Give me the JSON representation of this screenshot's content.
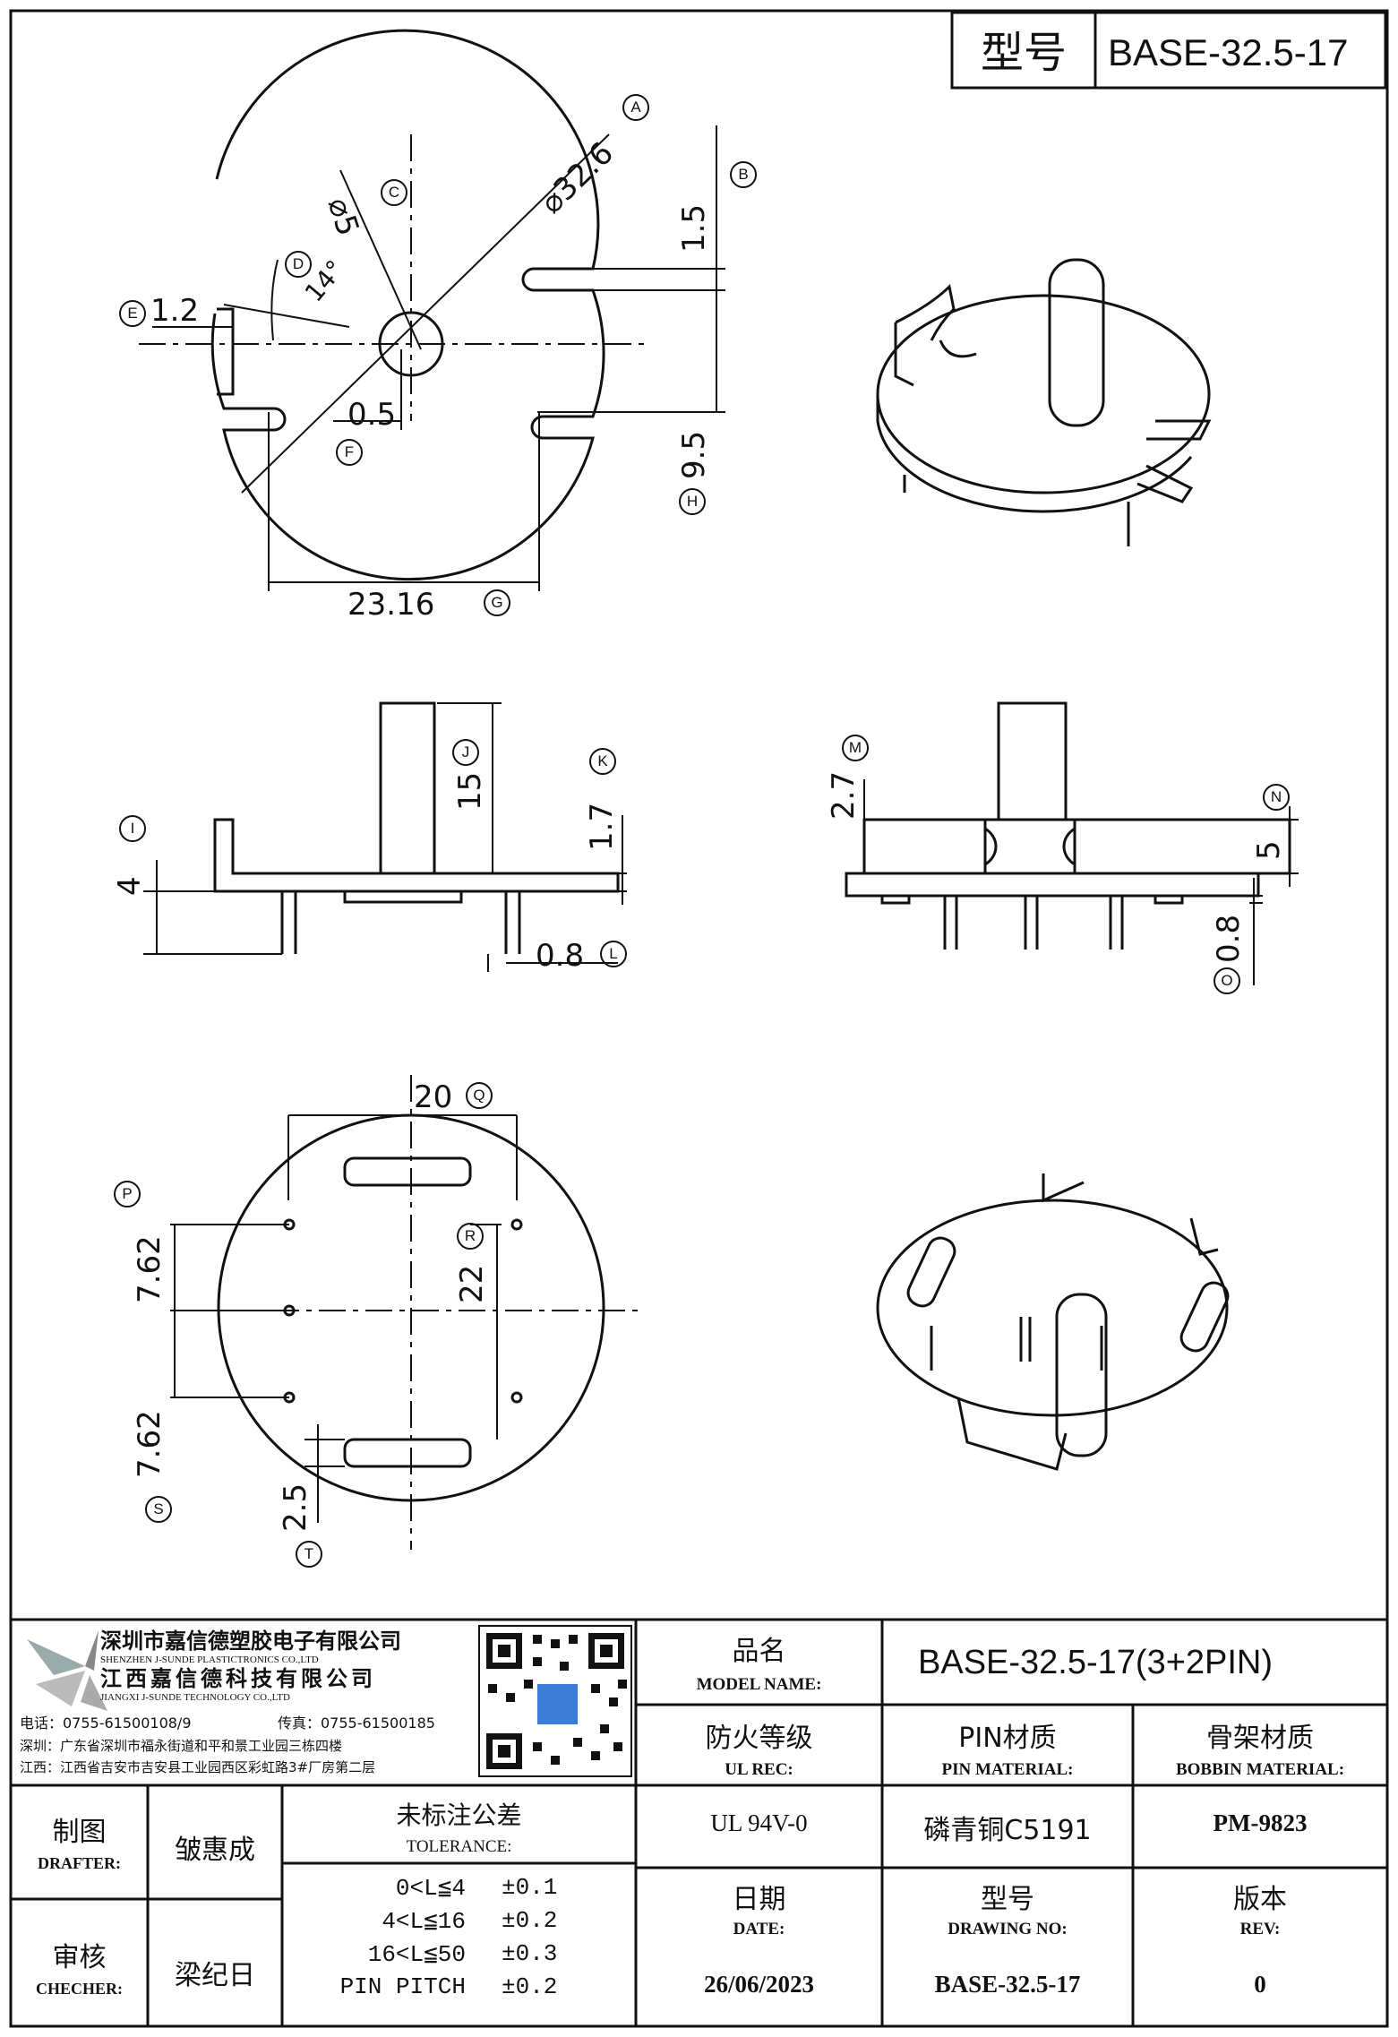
{
  "header": {
    "model_label": "型号",
    "model_value": "BASE-32.5-17"
  },
  "top_view": {
    "d_phi32_6": "⌀32.6",
    "d_phi5": "⌀5",
    "d_14deg": "14°",
    "d_1_2": "1.2",
    "d_0_5": "0.5",
    "d_23_16": "23.16",
    "d_1_5": "1.5",
    "d_9_5": "9.5",
    "callouts": [
      "A",
      "B",
      "C",
      "D",
      "E",
      "F",
      "G",
      "H"
    ]
  },
  "side_view": {
    "d_15": "15",
    "d_1_7": "1.7",
    "d_4": "4",
    "d_0_8": "0.8",
    "callouts": [
      "I",
      "J",
      "K",
      "L"
    ]
  },
  "front_view": {
    "d_2_7": "2.7",
    "d_5": "5",
    "d_0_8": "0.8",
    "callouts": [
      "M",
      "N",
      "O"
    ]
  },
  "bottom_view": {
    "d_20": "20",
    "d_22": "22",
    "d_7_62_top": "7.62",
    "d_7_62_bottom": "7.62",
    "d_2_5": "2.5",
    "callouts": [
      "P",
      "Q",
      "R",
      "S",
      "T"
    ]
  },
  "company": {
    "name_cn_1": "深圳市嘉信德塑胶电子有限公司",
    "name_en_1": "SHENZHEN J-SUNDE PLASTICTRONICS CO.,LTD",
    "name_cn_2": "江西嘉信德科技有限公司",
    "name_en_2": "JIANGXI J-SUNDE TECHNOLOGY CO.,LTD",
    "phone": "电话：0755-61500108/9",
    "fax": "传真：0755-61500185",
    "addr_sz": "深圳：广东省深圳市福永街道和平和景工业园三栋四楼",
    "addr_jx": "江西：江西省吉安市吉安县工业园西区彩虹路3#厂房第二层"
  },
  "title_block": {
    "product_name_cn": "品名",
    "product_name_en": "MODEL NAME:",
    "product_name_value": "BASE-32.5-17(3+2PIN)",
    "ul_cn": "防火等级",
    "ul_en": "UL REC:",
    "ul_value": "UL 94V-0",
    "pin_cn": "PIN材质",
    "pin_en": "PIN MATERIAL:",
    "pin_value": "磷青铜C5191",
    "bobbin_cn": "骨架材质",
    "bobbin_en": "BOBBIN MATERIAL:",
    "bobbin_value": "PM-9823",
    "drafter_cn": "制图",
    "drafter_en": "DRAFTER:",
    "drafter_value": "皱惠成",
    "checker_cn": "审核",
    "checker_en": "CHECHER:",
    "checker_value": "梁纪日",
    "tol_cn": "未标注公差",
    "tol_en": "TOLERANCE:",
    "tolerances": [
      {
        "range": "0<L≦4",
        "value": "±0.1"
      },
      {
        "range": "4<L≦16",
        "value": "±0.2"
      },
      {
        "range": "16<L≦50",
        "value": "±0.3"
      },
      {
        "range": "PIN PITCH",
        "value": "±0.2"
      }
    ],
    "date_cn": "日期",
    "date_en": "DATE:",
    "date_value": "26/06/2023",
    "drawing_cn": "型号",
    "drawing_en": "DRAWING NO:",
    "drawing_value": "BASE-32.5-17",
    "rev_cn": "版本",
    "rev_en": "REV:",
    "rev_value": "0"
  }
}
